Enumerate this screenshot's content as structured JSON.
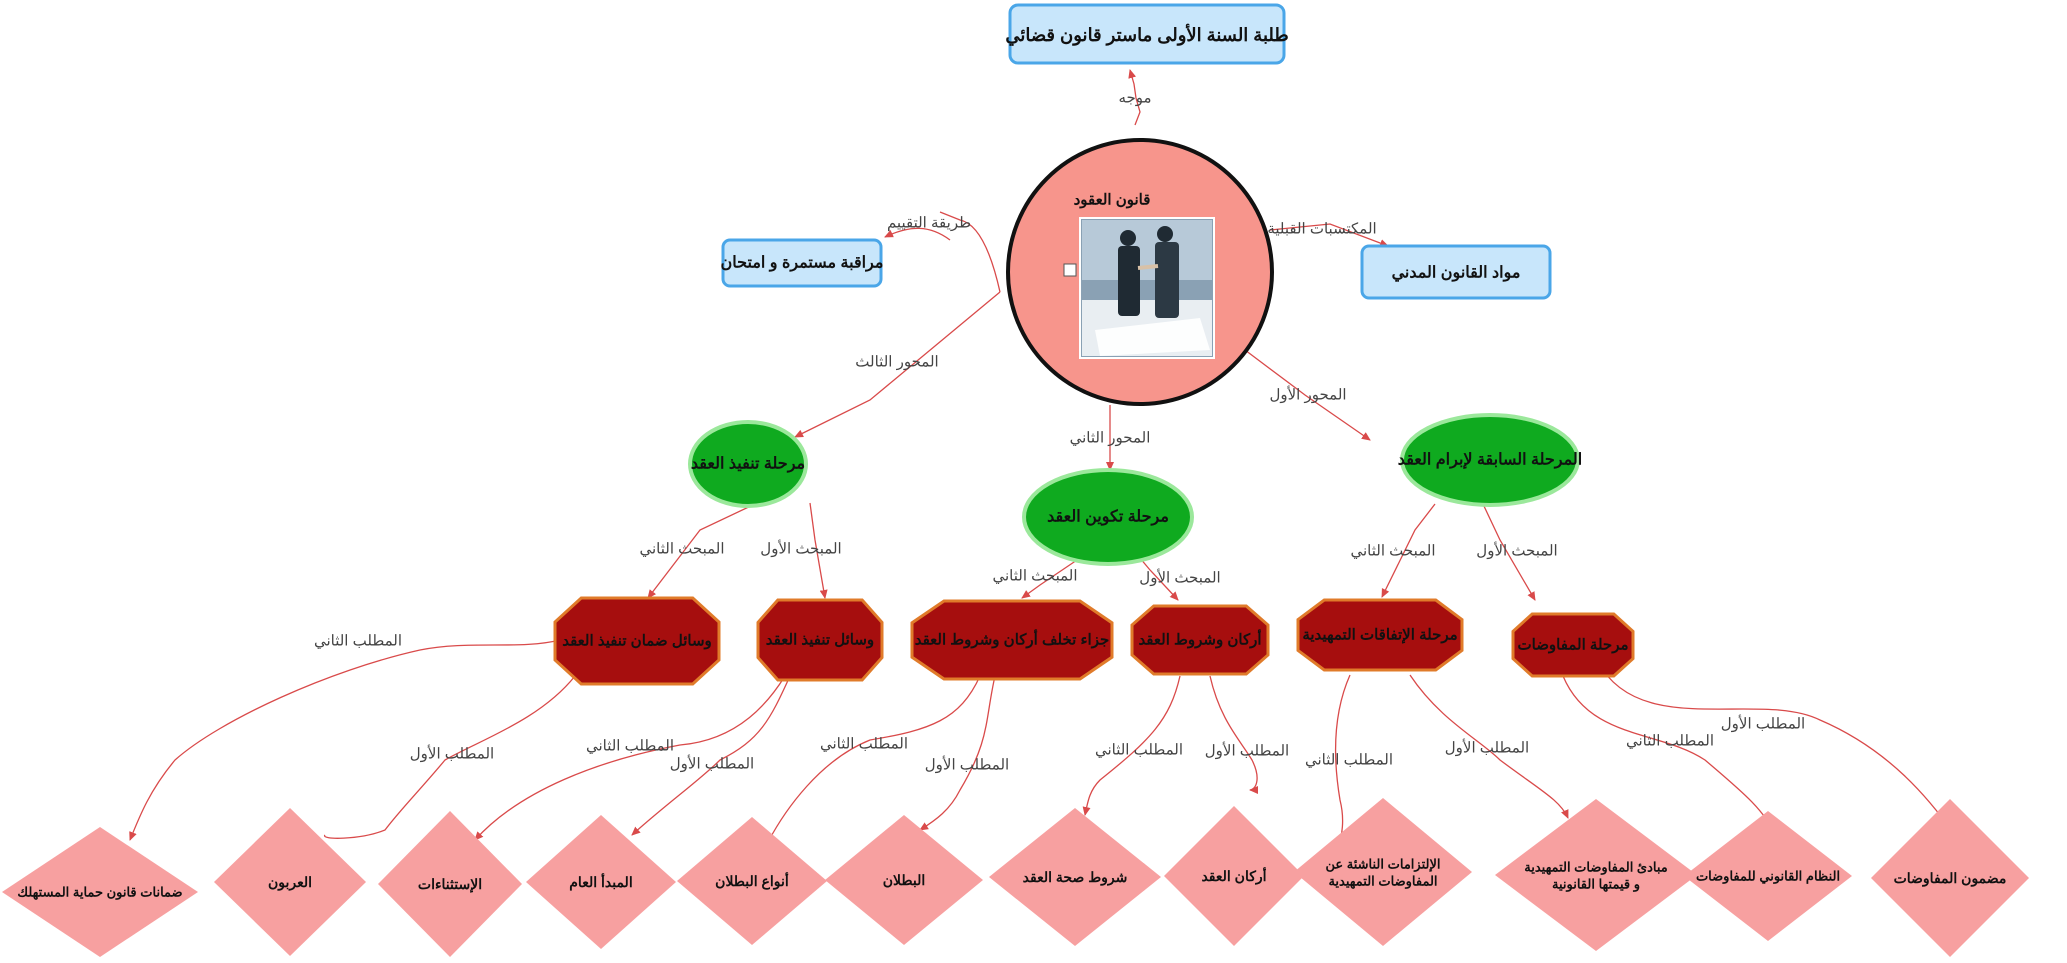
{
  "colors": {
    "blue_fill": "#c8e6fb",
    "blue_stroke": "#4aa6e8",
    "center_fill": "#f7958c",
    "green_fill": "#0faa1f",
    "green_stroke": "#9be89b",
    "red_fill": "#a60e0e",
    "red_stroke": "#e07b2a",
    "diamond_fill": "#f7a0a0",
    "connector": "#d94a4a"
  },
  "top_node": "طلبة السنة الأولى ماستر قانون قضائي",
  "top_link": "موجه",
  "center": {
    "title": "قانون العقود",
    "image_icon": "handshake-photo"
  },
  "left_node": "مراقبة مستمرة و امتحان",
  "left_link": "طريقة التقييم",
  "right_node": "مواد القانون المدني",
  "right_link": "المكتسبات القبلية",
  "axes": [
    {
      "label": "المرحلة السابقة لإبرام العقد",
      "link": "المحور الأول"
    },
    {
      "label": "مرحلة تكوين العقد",
      "link": "المحور الثاني"
    },
    {
      "label": "مرحلة تنفيذ العقد",
      "link": "المحور الثالث"
    }
  ],
  "sections": [
    {
      "label": "مرحلة المفاوضات",
      "link": "المبحث الأول"
    },
    {
      "label": "مرحلة الإتفاقات التمهيدية",
      "link": "المبحث الثاني"
    },
    {
      "label": "أركان وشروط العقد",
      "link": "المبحث الأول"
    },
    {
      "label": "جزاء تخلف أركان وشروط العقد",
      "link": "المبحث الثاني"
    },
    {
      "label": "وسائل تنفيذ العقد",
      "link": "المبحث الأول"
    },
    {
      "label": "وسائل ضمان تنفيذ العقد",
      "link": "المبحث الثاني"
    }
  ],
  "leaves": [
    {
      "label": "مضمون المفاوضات",
      "link": "المطلب الأول"
    },
    {
      "label": "النظام القانوني للمفاوضات",
      "link": "المطلب الثاني"
    },
    {
      "label": "مبادئ المفاوضات التمهيدية\nو قيمتها القانونية",
      "link": "المطلب الأول"
    },
    {
      "label": "الإلتزامات الناشئة عن\nالمفاوضات التمهيدية",
      "link": "المطلب الثاني"
    },
    {
      "label": "أركان العقد",
      "link": "المطلب الأول"
    },
    {
      "label": "شروط صحة العقد",
      "link": "المطلب الثاني"
    },
    {
      "label": "البطلان",
      "link": "المطلب الأول"
    },
    {
      "label": "أنواع البطلان",
      "link": "المطلب الثاني"
    },
    {
      "label": "المبدأ العام",
      "link": "المطلب الأول"
    },
    {
      "label": "الإستثناءات",
      "link": "المطلب الثاني"
    },
    {
      "label": "العربون",
      "link": "المطلب الأول"
    },
    {
      "label": "ضمانات قانون حماية المستهلك",
      "link": "المطلب الثاني"
    }
  ]
}
